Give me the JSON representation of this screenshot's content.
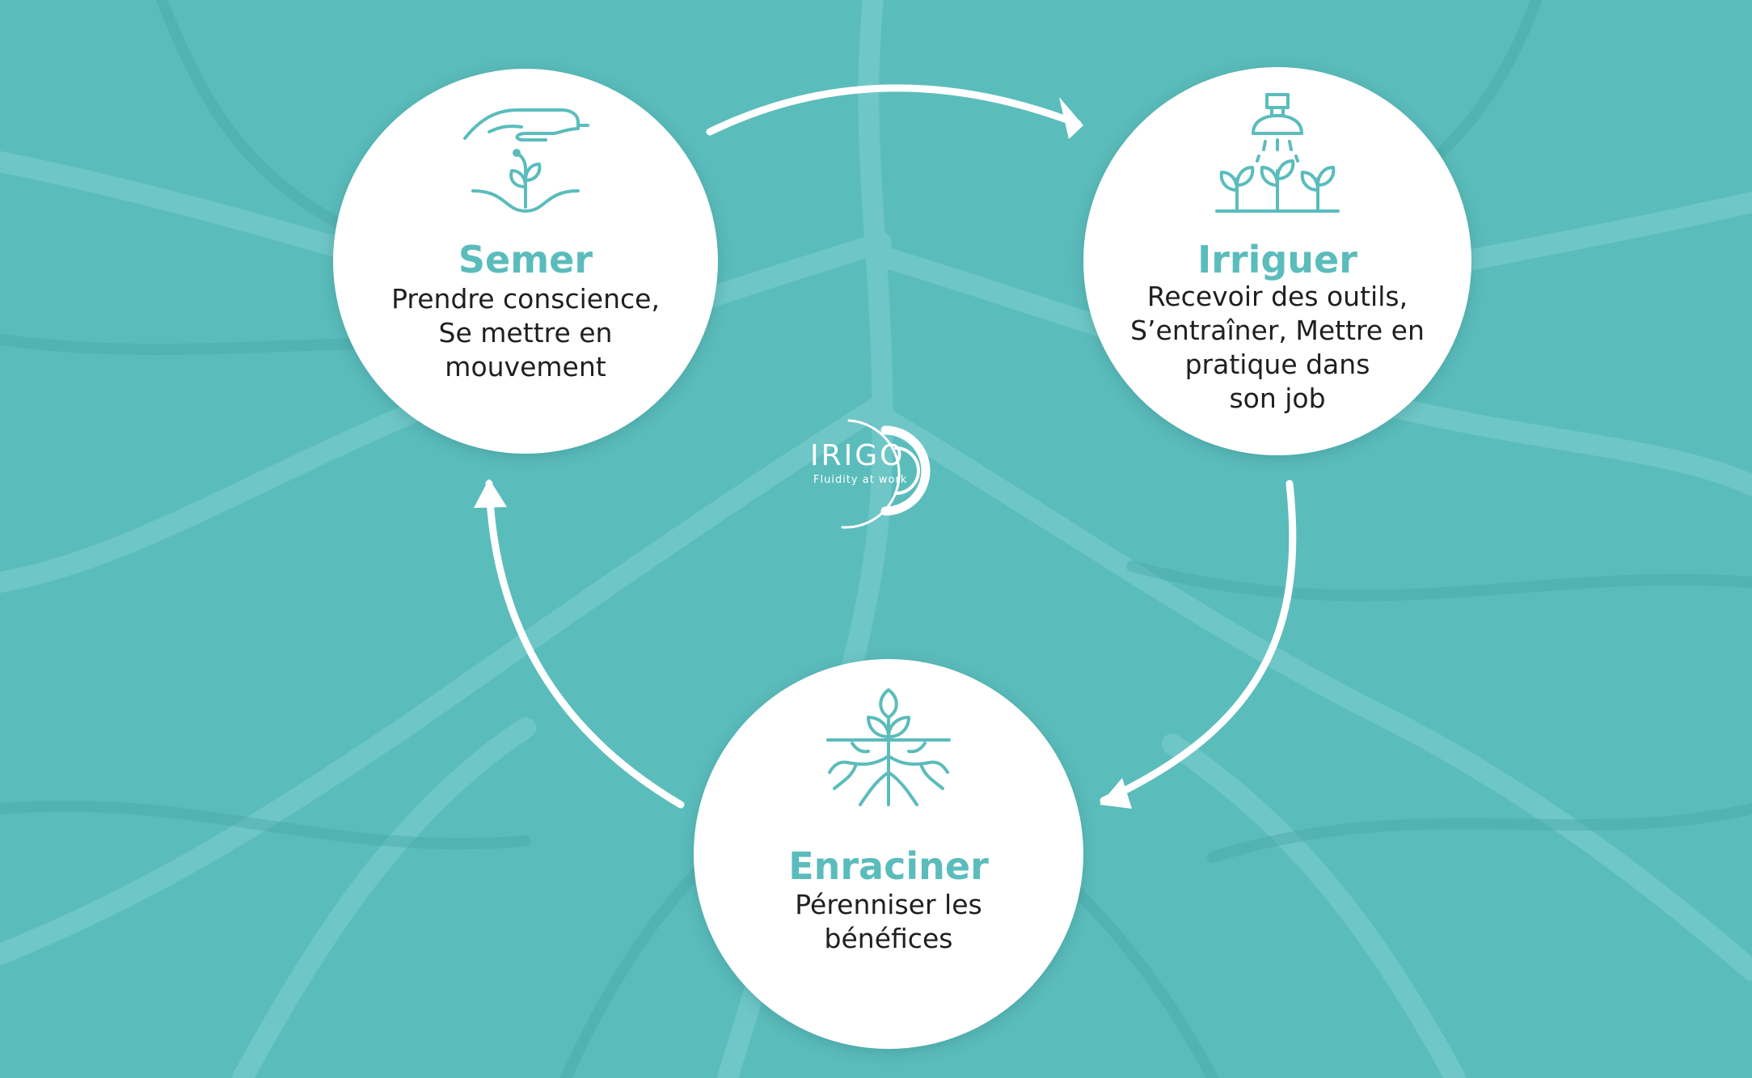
{
  "colors": {
    "background": "#5bbcbc",
    "accent": "#5bbcbc",
    "text": "#1f1f1f",
    "white": "#ffffff"
  },
  "steps": [
    {
      "title": "Semer",
      "desc": [
        "Prendre conscience,",
        "Se mettre en",
        "mouvement"
      ],
      "icon": "hand-sowing-seed-icon"
    },
    {
      "title": "Irriguer",
      "desc": [
        "Recevoir des outils,",
        "S’entraîner, Mettre en",
        "pratique dans",
        "son job"
      ],
      "icon": "watering-plants-icon"
    },
    {
      "title": "Enraciner",
      "desc": [
        "Pérenniser les",
        "bénéfices"
      ],
      "icon": "rooted-sprout-icon"
    }
  ],
  "logo": {
    "name": "IRIGO",
    "tagline": "Fluidity at work"
  }
}
